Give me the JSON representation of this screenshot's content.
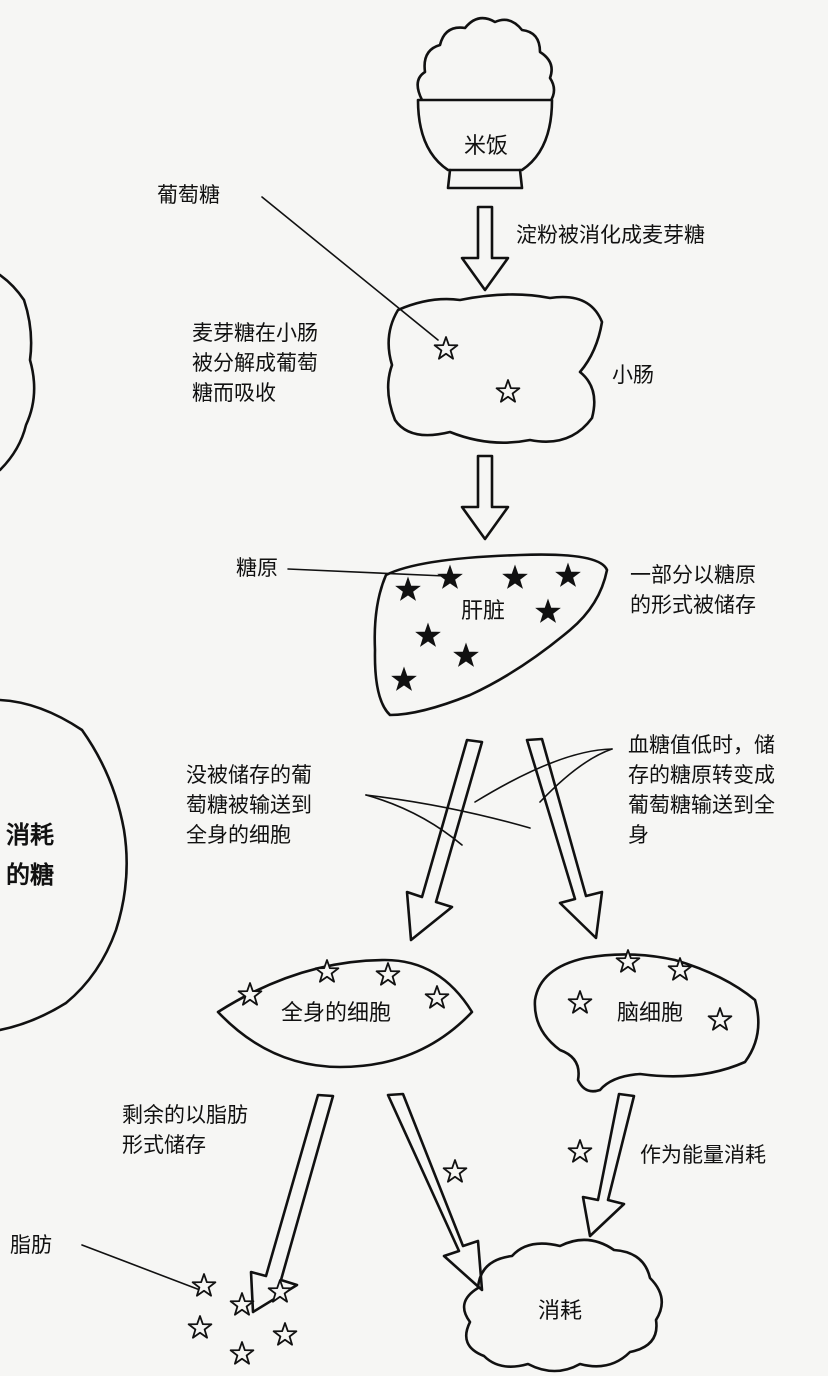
{
  "labels": {
    "rice": "米饭",
    "starch_digested": "淀粉被消化成麦芽糖",
    "glucose": "葡萄糖",
    "maltose_absorbed": "麦芽糖在小肠\n被分解成葡萄\n糖而吸收",
    "small_intestine": "小肠",
    "glycogen": "糖原",
    "liver": "肝脏",
    "stored_glycogen": "一部分以糖原\n的形式被储存",
    "low_blood_sugar": "血糖值低时，储\n存的糖原转变成\n葡萄糖输送到全\n身",
    "unstored_glucose": "没被储存的葡\n萄糖被输送到\n全身的细胞",
    "body_cells": "全身的细胞",
    "brain_cells": "脑细胞",
    "remaining_fat": "剩余的以脂肪\n形式储存",
    "energy_consumed": "作为能量消耗",
    "fat": "脂肪",
    "consumption": "消耗",
    "side_fragment": "消耗\n的糖"
  }
}
